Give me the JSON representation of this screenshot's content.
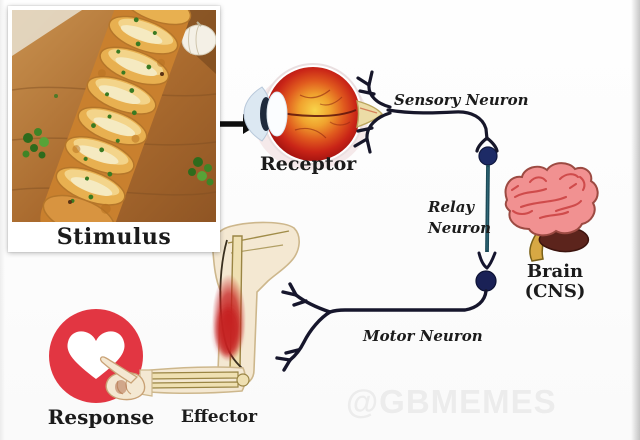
{
  "diagram": {
    "stimulus": {
      "label": "Stimulus"
    },
    "receptor": {
      "label": "Receptor"
    },
    "sensory_neuron": {
      "label": "Sensory Neuron"
    },
    "relay_neuron": {
      "label": "Relay Neuron",
      "lines": [
        "Relay",
        "Neuron"
      ]
    },
    "brain": {
      "label": "Brain (CNS)",
      "lines": [
        "Brain",
        "(CNS)"
      ]
    },
    "motor_neuron": {
      "label": "Motor Neuron"
    },
    "effector": {
      "label": "Effector"
    },
    "response": {
      "label": "Response"
    }
  },
  "watermark": {
    "text": "@GBMEMES"
  },
  "illustrations": {
    "stimulus_photo": "garlic-bread-on-wooden-board-with-parsley-and-garlic-bulb",
    "receptor": "eye-cross-section",
    "cns": "brain-side-view",
    "effector": "bent-arm-with-highlighted-muscle",
    "response": "heart-love-reaction-icon",
    "connector": "right-arrow"
  },
  "colors": {
    "background": "#fcfcfc",
    "neuron_line": "#17172a",
    "relay_line": "#1c4a58",
    "synapse_ball": "#1c2560",
    "heart_circle_red": "#e23642",
    "heart_white": "#ffffff",
    "brain_pink": "#f19191",
    "brain_gyri_red": "#c44",
    "cerebellum_maroon": "#5c241c",
    "brainstem_tan": "#d7a844",
    "eye_red": "#c92417",
    "eye_center_orange": "#f0a22e",
    "arm_skin": "#f4e8d2",
    "bone_cream": "#efe0b2",
    "muscle_red": "#c62020",
    "wood_brown": "#a96a2e",
    "parsley_green": "#3f8426",
    "watermark_gray": "#ececec",
    "text_black": "#1b1b1b"
  }
}
